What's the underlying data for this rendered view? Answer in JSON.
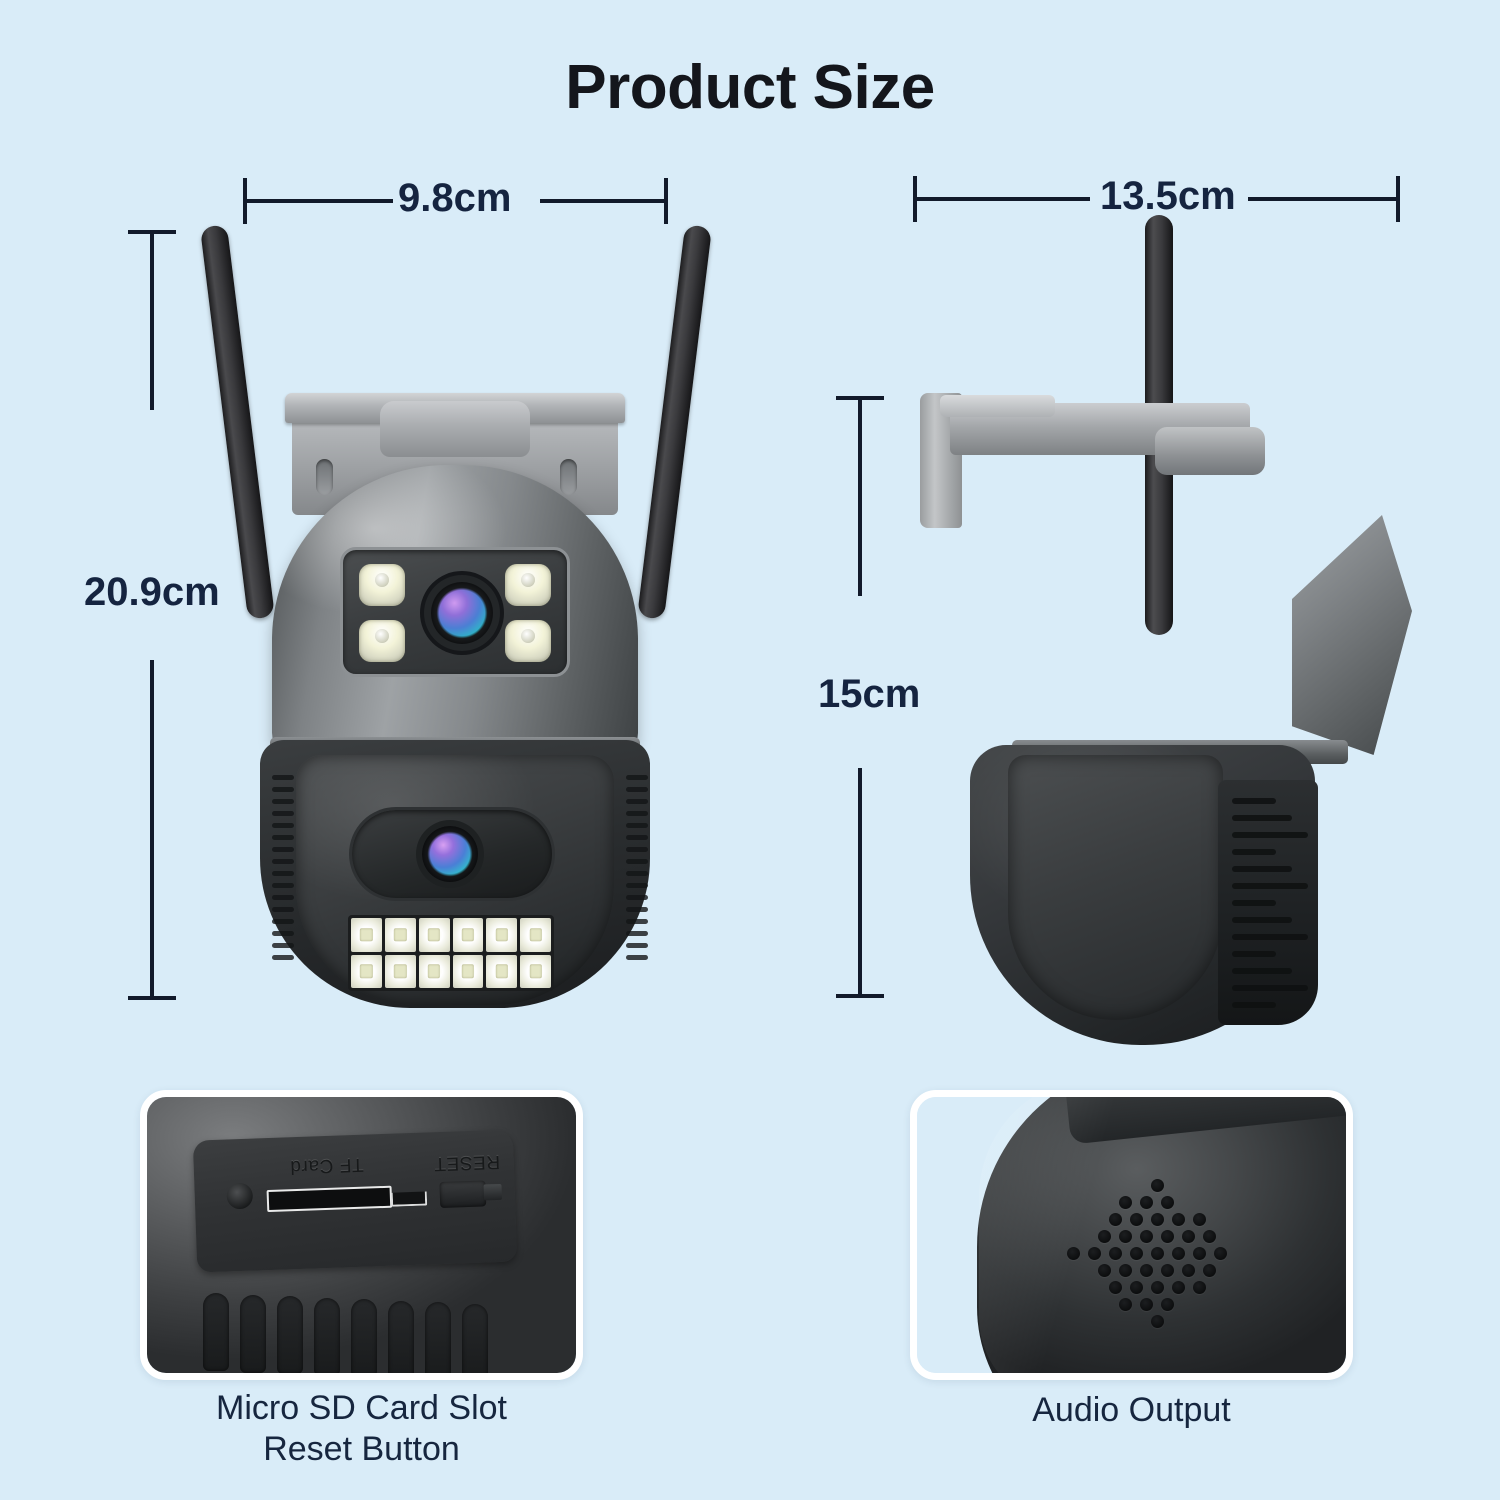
{
  "page": {
    "background_color": "#d9ecf8",
    "title": "Product Size",
    "title_color": "#14161c",
    "dimension_text_color": "#152440",
    "caption_text_color": "#16263f"
  },
  "dimensions": {
    "front_width": "9.8cm",
    "front_height": "20.9cm",
    "side_width": "13.5cm",
    "side_height": "15cm"
  },
  "views": {
    "front": {
      "name": "front-view",
      "parts": [
        "antenna-left",
        "antenna-right",
        "mounting-bracket",
        "camera-head",
        "top-lens-module",
        "ptz-lens-module",
        "led-array"
      ]
    },
    "side": {
      "name": "side-view",
      "parts": [
        "antenna",
        "wall-bracket",
        "dome-housing",
        "ptz-ball",
        "sun-visor"
      ]
    }
  },
  "insets": {
    "sd": {
      "caption": "Micro SD Card Slot\nReset Button",
      "labels": {
        "tf_card": "TF Card",
        "reset": "RESET"
      }
    },
    "audio": {
      "caption": "Audio Output"
    }
  }
}
